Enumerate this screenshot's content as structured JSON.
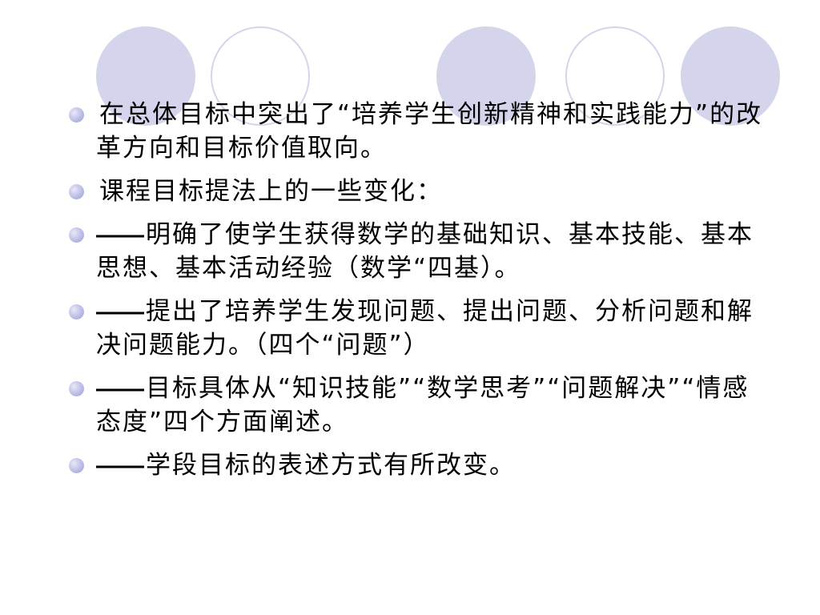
{
  "bullets": [
    {
      "prefix": "",
      "text": "在总体目标中突出了“培养学生创新精神和实践能力”的改革方向和目标价值取向。"
    },
    {
      "prefix": "",
      "text": "课程目标提法上的一些变化："
    },
    {
      "prefix": "——",
      "text": "明确了使学生获得数学的基础知识、基本技能、基本思想、基本活动经验（数学“四基）。"
    },
    {
      "prefix": "——",
      "text": "提出了培养学生发现问题、提出问题、分析问题和解决问题能力。（四个“问题”）"
    },
    {
      "prefix": "——",
      "text": "目标具体从“知识技能”“数学思考”“问题解决”“情感态度”四个方面阐述。"
    },
    {
      "prefix": "——",
      "text": "学段目标的表述方式有所改变。"
    }
  ],
  "colors": {
    "circle": "#d4d5ec",
    "bullet_marker": "#b8b9e2",
    "text": "#000000",
    "background": "#ffffff"
  }
}
